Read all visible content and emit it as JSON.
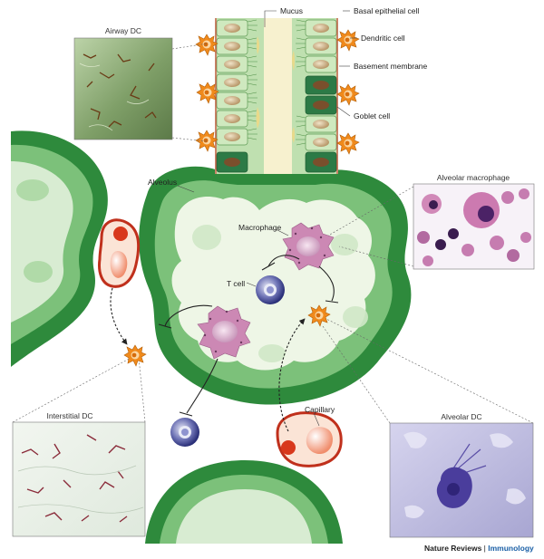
{
  "labels": {
    "mucus": "Mucus",
    "basal_epithelial_cell": "Basal epithelial cell",
    "dendritic_cell": "Dendritic cell",
    "basement_membrane": "Basement membrane",
    "goblet_cell": "Goblet cell",
    "alveolus": "Alveolus",
    "macrophage": "Macrophage",
    "t_cell": "T cell",
    "capillary": "Capillary"
  },
  "insets": {
    "airway_dc": "Airway DC",
    "alveolar_macrophage": "Alveolar macrophage",
    "interstitial_dc": "Interstitial DC",
    "alveolar_dc": "Alveolar DC"
  },
  "credit": {
    "publisher": "Nature Reviews",
    "separator": " | ",
    "journal": "Immunology"
  },
  "colors": {
    "tissue_dark": "#2e8a3c",
    "tissue_mid": "#7cc17a",
    "tissue_light": "#d8ecd2",
    "airspace": "#eef6e6",
    "epithelium": "#bfe0b0",
    "dendritic_cell": "#f08a1c",
    "macrophage": "#cc88b4",
    "t_cell": "#3a3f8f",
    "capillary": "#c0301c",
    "mucus": "#f7f1cf",
    "credit_journal": "#1a5fa6"
  }
}
